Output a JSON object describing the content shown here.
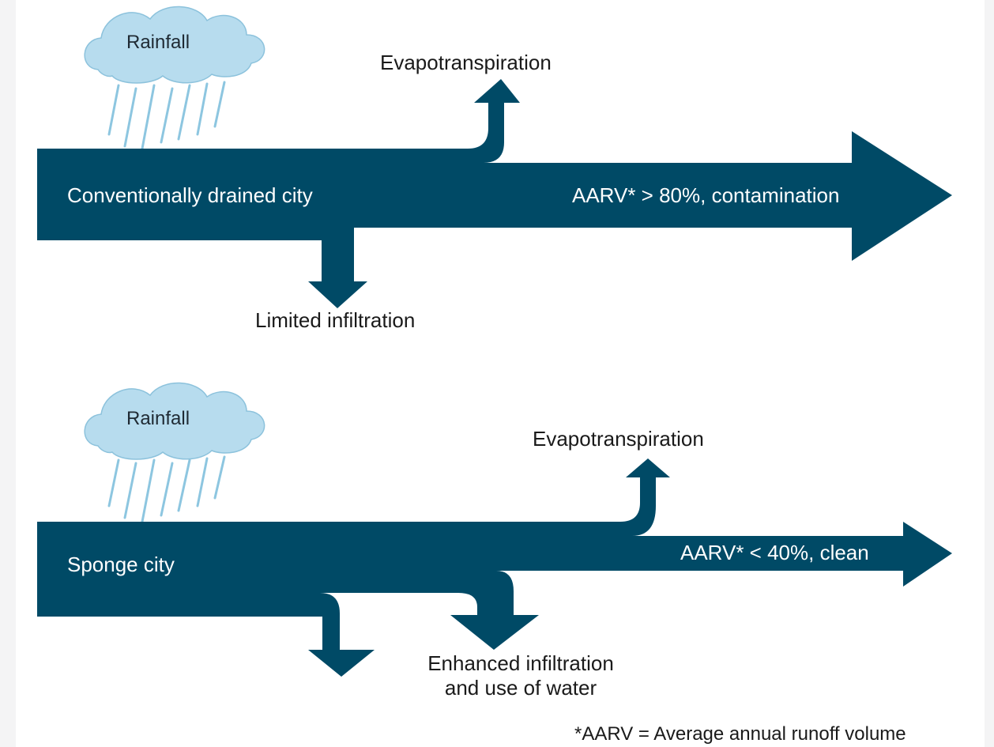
{
  "colors": {
    "flow": "#004a66",
    "cloud_fill": "#b7dcee",
    "cloud_stroke": "#8cc2dc",
    "rain": "#8dc6e0",
    "page_bg": "#ffffff",
    "outer_bg": "#f4f4f5"
  },
  "panels": {
    "top": {
      "cloud_label": "Rainfall",
      "evap_label": "Evapotranspiration",
      "city_label": "Conventionally drained city",
      "runoff_label": "AARV* > 80%, contamination",
      "infiltration_label": "Limited infiltration"
    },
    "bottom": {
      "cloud_label": "Rainfall",
      "evap_label": "Evapotranspiration",
      "city_label": "Sponge city",
      "runoff_label": "AARV* < 40%, clean",
      "infiltration_line1": "Enhanced infiltration",
      "infiltration_line2": "and use of water"
    }
  },
  "footnote": "*AARV = Average annual runoff volume"
}
